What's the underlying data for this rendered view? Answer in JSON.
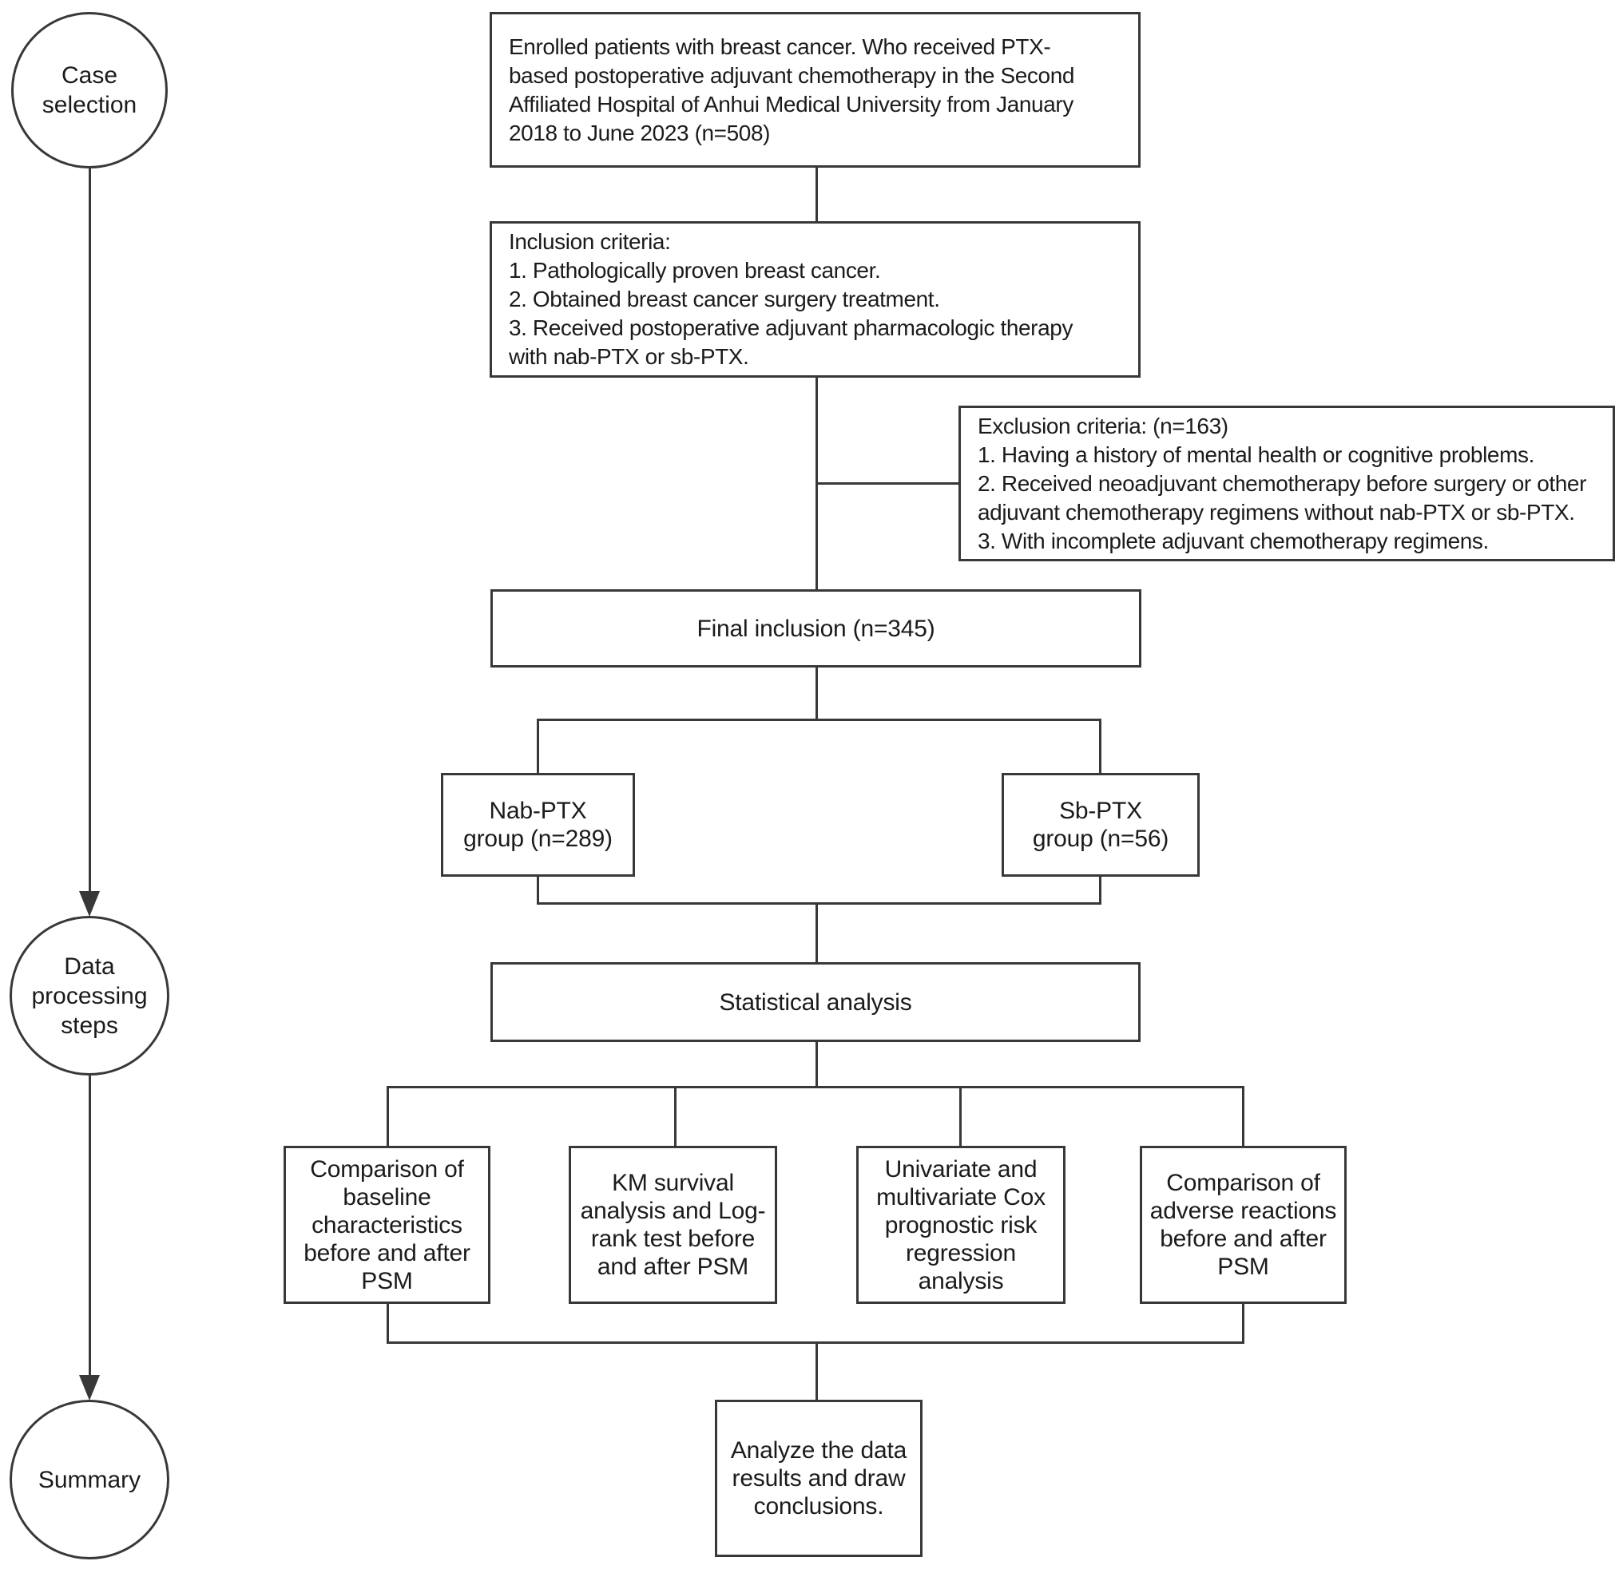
{
  "figure": {
    "type": "flowchart",
    "background": "#ffffff",
    "line_color": "#383838",
    "text_color": "#1b1b1b"
  },
  "phases": [
    {
      "id": "case-selection",
      "label": "Case\nselection"
    },
    {
      "id": "data-processing-steps",
      "label": "Data\nprocessing\nsteps"
    },
    {
      "id": "summary",
      "label": "Summary"
    }
  ],
  "nodes": {
    "enrolled": "Enrolled patients with breast cancer. Who received PTX-\nbased postoperative adjuvant chemotherapy in the Second\nAffiliated Hospital of Anhui Medical University from January\n2018 to June 2023 (n=508)",
    "inclusion": "Inclusion criteria:\n1. Pathologically proven breast cancer.\n2. Obtained breast cancer surgery treatment.\n3. Received postoperative adjuvant pharmacologic therapy\nwith nab-PTX or sb-PTX.",
    "exclusion": "Exclusion criteria: (n=163)\n1. Having a history of mental health or cognitive problems.\n2. Received neoadjuvant chemotherapy before surgery or other\nadjuvant chemotherapy regimens without nab-PTX or sb-PTX.\n3. With incomplete adjuvant chemotherapy regimens.",
    "final_inclusion": "Final inclusion (n=345)",
    "nab_group": "Nab-PTX\ngroup (n=289)",
    "sb_group": "Sb-PTX\ngroup (n=56)",
    "statistical_analysis": "Statistical analysis",
    "analysis_baseline": "Comparison of\nbaseline\ncharacteristics\nbefore and after\nPSM",
    "analysis_km": "KM survival\nanalysis and Log-\nrank test before\nand after PSM",
    "analysis_cox": "Univariate and\nmultivariate Cox\nprognostic risk\nregression\nanalysis",
    "analysis_adverse": "Comparison of\nadverse reactions\nbefore and after\nPSM",
    "conclusion": "Analyze the data\nresults and draw\nconclusions."
  }
}
